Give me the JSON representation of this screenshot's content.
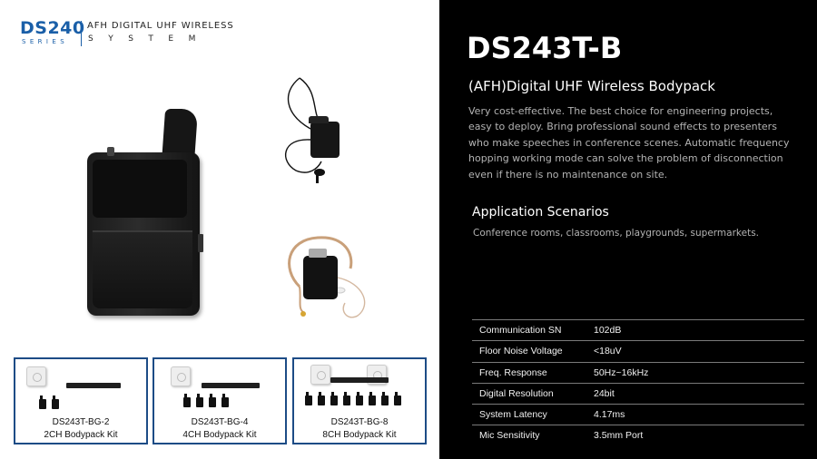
{
  "brand": {
    "series_code": "DS240",
    "series_word": "SERIES",
    "line1": "AFH DIGITAL UHF WIRELESS",
    "line2": "SYSTEM"
  },
  "product": {
    "model": "DS243T-B",
    "subtitle": "(AFH)Digital UHF Wireless Bodypack",
    "description": "Very cost-effective. The best choice for engineering projects, easy to deploy. Bring professional sound effects to presenters who make speeches in conference scenes. Automatic frequency hopping working mode can solve the problem of disconnection even if there is no maintenance on site."
  },
  "application": {
    "title": "Application Scenarios",
    "text": "Conference rooms, classrooms, playgrounds, supermarkets."
  },
  "specs": [
    {
      "label": "Communication SN",
      "value": "102dB"
    },
    {
      "label": "Floor Noise Voltage",
      "value": "<18uV"
    },
    {
      "label": "Freq. Response",
      "value": "50Hz~16kHz"
    },
    {
      "label": "Digital Resolution",
      "value": "24bit"
    },
    {
      "label": "System Latency",
      "value": "4.17ms"
    },
    {
      "label": "Mic Sensitivity",
      "value": "3.5mm Port"
    }
  ],
  "kits": [
    {
      "name": "DS243T-BG-2",
      "desc": "2CH Bodypack Kit"
    },
    {
      "name": "DS243T-BG-4",
      "desc": "4CH Bodypack Kit"
    },
    {
      "name": "DS243T-BG-8",
      "desc": "8CH Bodypack Kit"
    }
  ],
  "colors": {
    "brand_blue": "#1a5fa8",
    "kit_border": "#1d4c86",
    "panel_black": "#000000",
    "muted_text": "#b3b3b3"
  }
}
